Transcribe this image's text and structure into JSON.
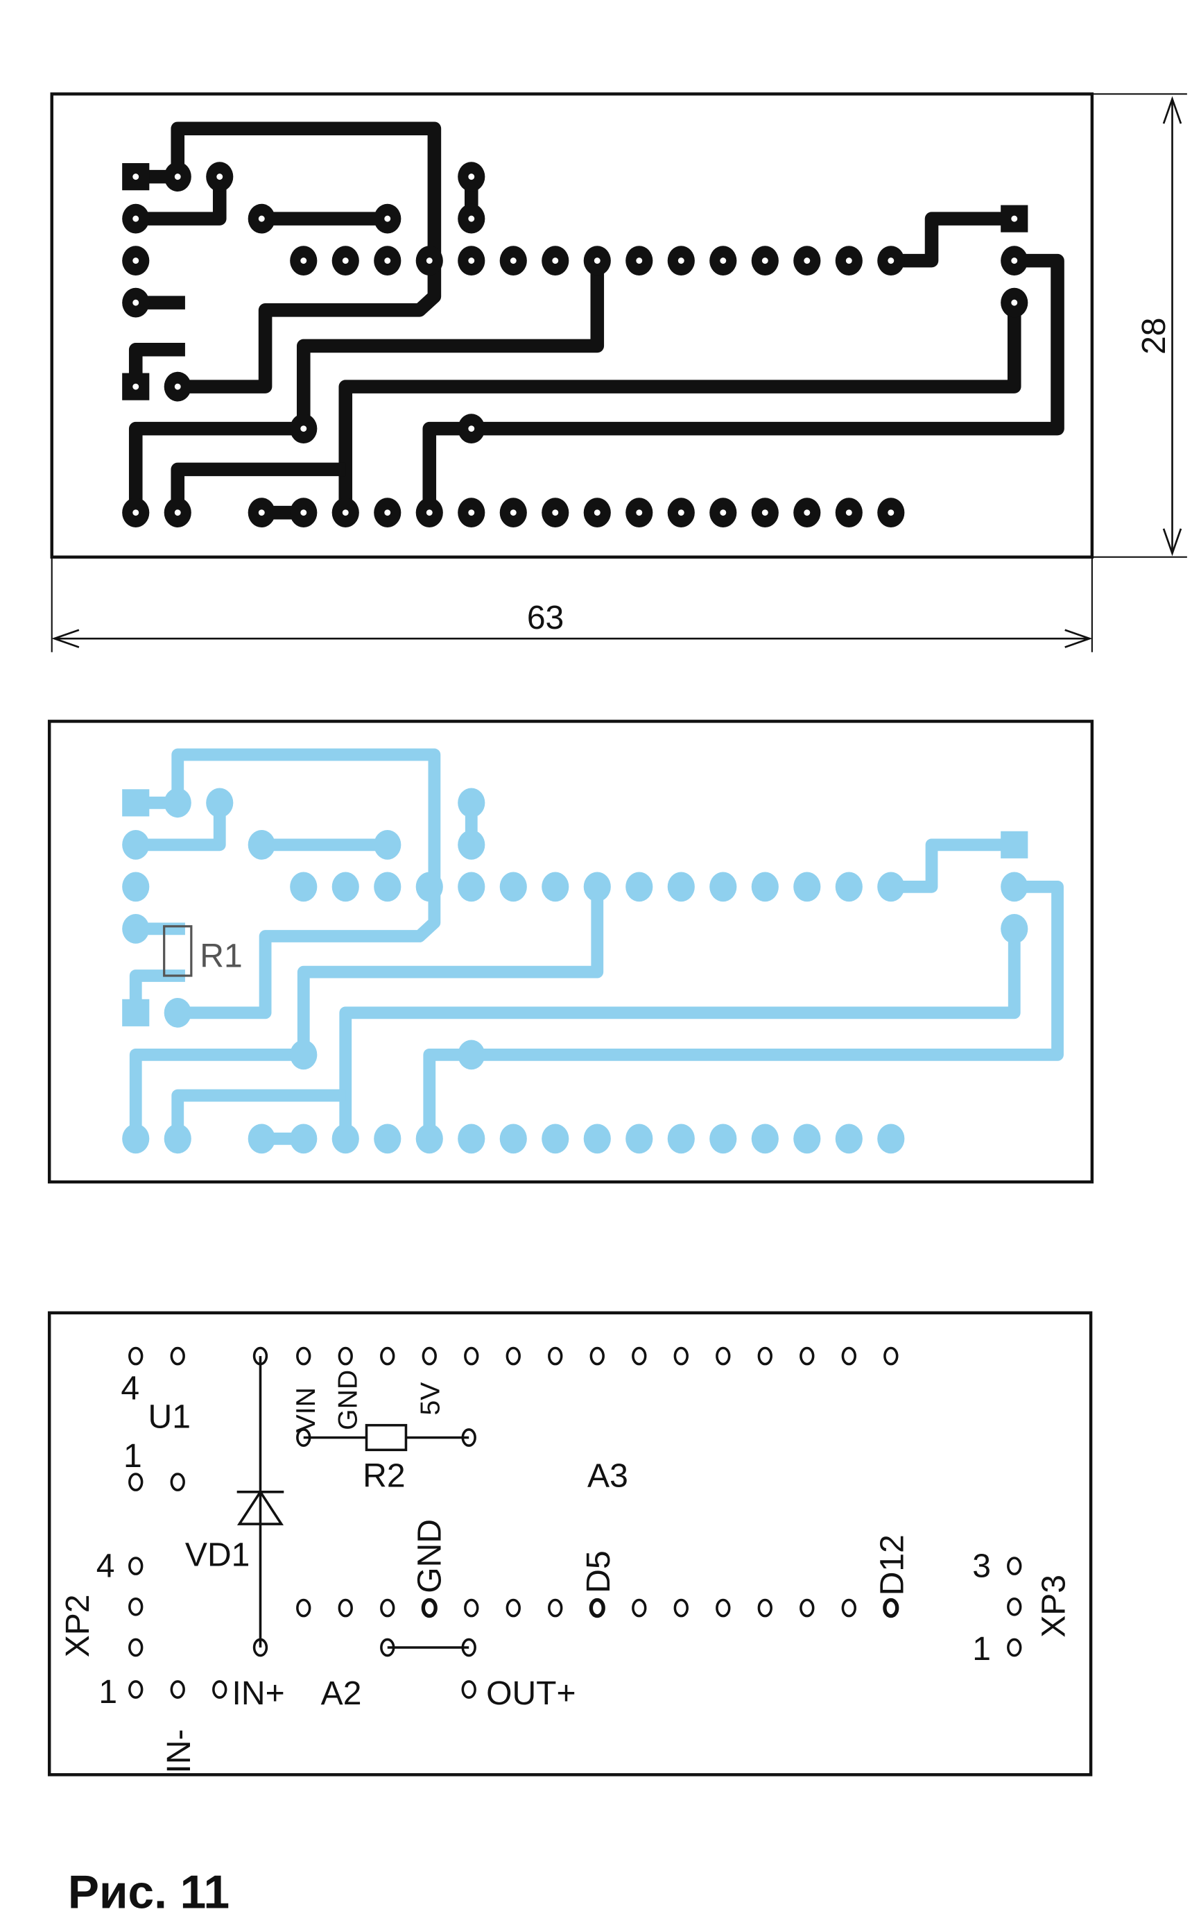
{
  "figure_caption": "Рис. 11",
  "dimensions": {
    "width": "63",
    "height": "28"
  },
  "colors": {
    "copper_black": "#111111",
    "copper_blue": "#8fd0ee",
    "outline": "#111111"
  },
  "panel2": {
    "resistor_label": "R1"
  },
  "panel3": {
    "labels": {
      "u1": "U1",
      "u1_pin4": "4",
      "u1_pin1": "1",
      "vin": "VIN",
      "gnd_top": "GND",
      "v5": "5V",
      "r2": "R2",
      "a3": "A3",
      "vd1": "VD1",
      "gnd_bottom": "GND",
      "d5": "D5",
      "d12": "D12",
      "xp2": "XP2",
      "xp2_pin4": "4",
      "xp2_pin1": "1",
      "xp3": "XP3",
      "xp3_pin3": "3",
      "xp3_pin1": "1",
      "in_plus": "IN+",
      "a2": "A2",
      "out_plus": "OUT+",
      "in_minus": "IN-"
    }
  }
}
